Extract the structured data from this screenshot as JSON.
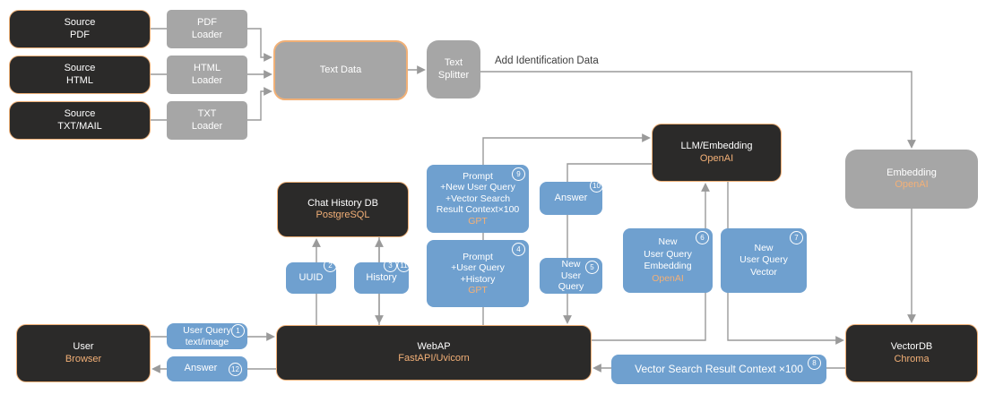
{
  "colors": {
    "dark_box": "#2b2a29",
    "gray_box": "#a6a6a6",
    "blue_box": "#6fa0cf",
    "orange_accent": "#f3b077",
    "line": "#9a9a9a"
  },
  "labels": {
    "add_identification_data": "Add Identification Data"
  },
  "nodes": {
    "source_pdf": {
      "line1": "Source",
      "line2": "PDF"
    },
    "source_html": {
      "line1": "Source",
      "line2": "HTML"
    },
    "source_txt": {
      "line1": "Source",
      "line2": "TXT/MAIL"
    },
    "pdf_loader": {
      "line1": "PDF",
      "line2": "Loader"
    },
    "html_loader": {
      "line1": "HTML",
      "line2": "Loader"
    },
    "txt_loader": {
      "line1": "TXT",
      "line2": "Loader"
    },
    "text_data": {
      "line1": "Text Data"
    },
    "text_splitter": {
      "line1": "Text",
      "line2": "Splitter"
    },
    "embedding": {
      "line1": "Embedding",
      "line2": "OpenAI"
    },
    "llm_embedding": {
      "line1": "LLM/Embedding",
      "line2": "OpenAI"
    },
    "chat_history_db": {
      "line1": "Chat History DB",
      "line2": "PostgreSQL"
    },
    "prompt9": {
      "l1": "Prompt",
      "l2": "+New User Query",
      "l3": "+Vector Search",
      "l4": "Result Context×100",
      "sub": "GPT",
      "badge": "9"
    },
    "answer10": {
      "line1": "Answer",
      "badge": "10"
    },
    "prompt4": {
      "l1": "Prompt",
      "l2": "+User Query",
      "l3": "+History",
      "sub": "GPT",
      "badge": "4"
    },
    "new_user_query5": {
      "l1": "New",
      "l2": "User",
      "l3": "Query",
      "badge": "5"
    },
    "nuq_embedding6": {
      "l1": "New",
      "l2": "User Query",
      "l3": "Embedding",
      "sub": "OpenAI",
      "badge": "6"
    },
    "nuq_vector7": {
      "l1": "New",
      "l2": "User Query",
      "l3": "Vector",
      "badge": "7"
    },
    "uuid2": {
      "line1": "UUID",
      "badge": "2"
    },
    "history3": {
      "line1": "History",
      "badge_a": "3",
      "badge_b": "11"
    },
    "user_browser": {
      "line1": "User",
      "line2": "Browser"
    },
    "user_query1": {
      "l1": "User Query",
      "l2": "text/image",
      "badge": "1"
    },
    "answer12": {
      "line1": "Answer",
      "badge": "12"
    },
    "webap": {
      "line1": "WebAP",
      "line2": "FastAPI/Uvicorn"
    },
    "vector_search8": {
      "line1": "Vector Search Result Context ×100",
      "badge": "8"
    },
    "vectordb": {
      "line1": "VectorDB",
      "line2": "Chroma"
    }
  }
}
